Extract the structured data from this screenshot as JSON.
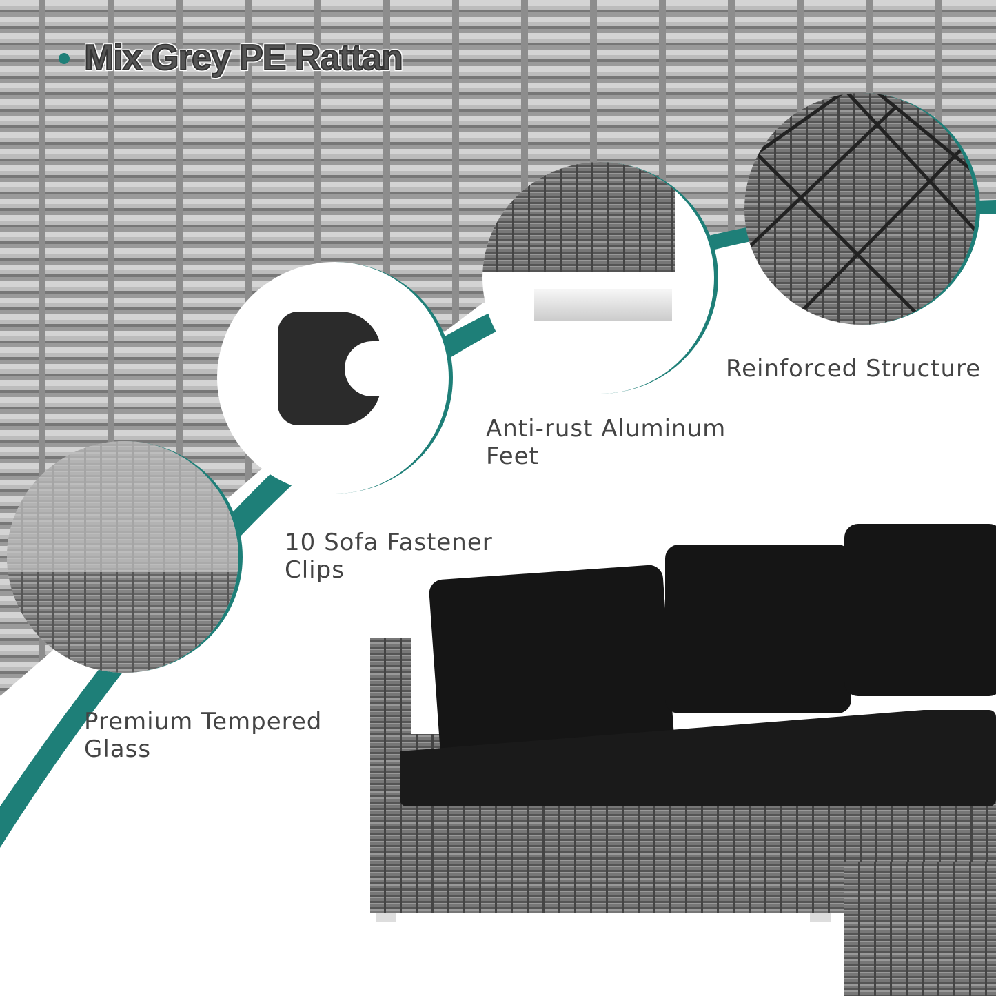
{
  "title": "Mix Grey PE Rattan",
  "accent_color": "#1e7f78",
  "features": [
    {
      "label": "Reinforced Structure"
    },
    {
      "label": "Anti-rust Aluminum Feet"
    },
    {
      "label": "10 Sofa Fastener Clips"
    },
    {
      "label": "Premium Tempered Glass"
    }
  ]
}
